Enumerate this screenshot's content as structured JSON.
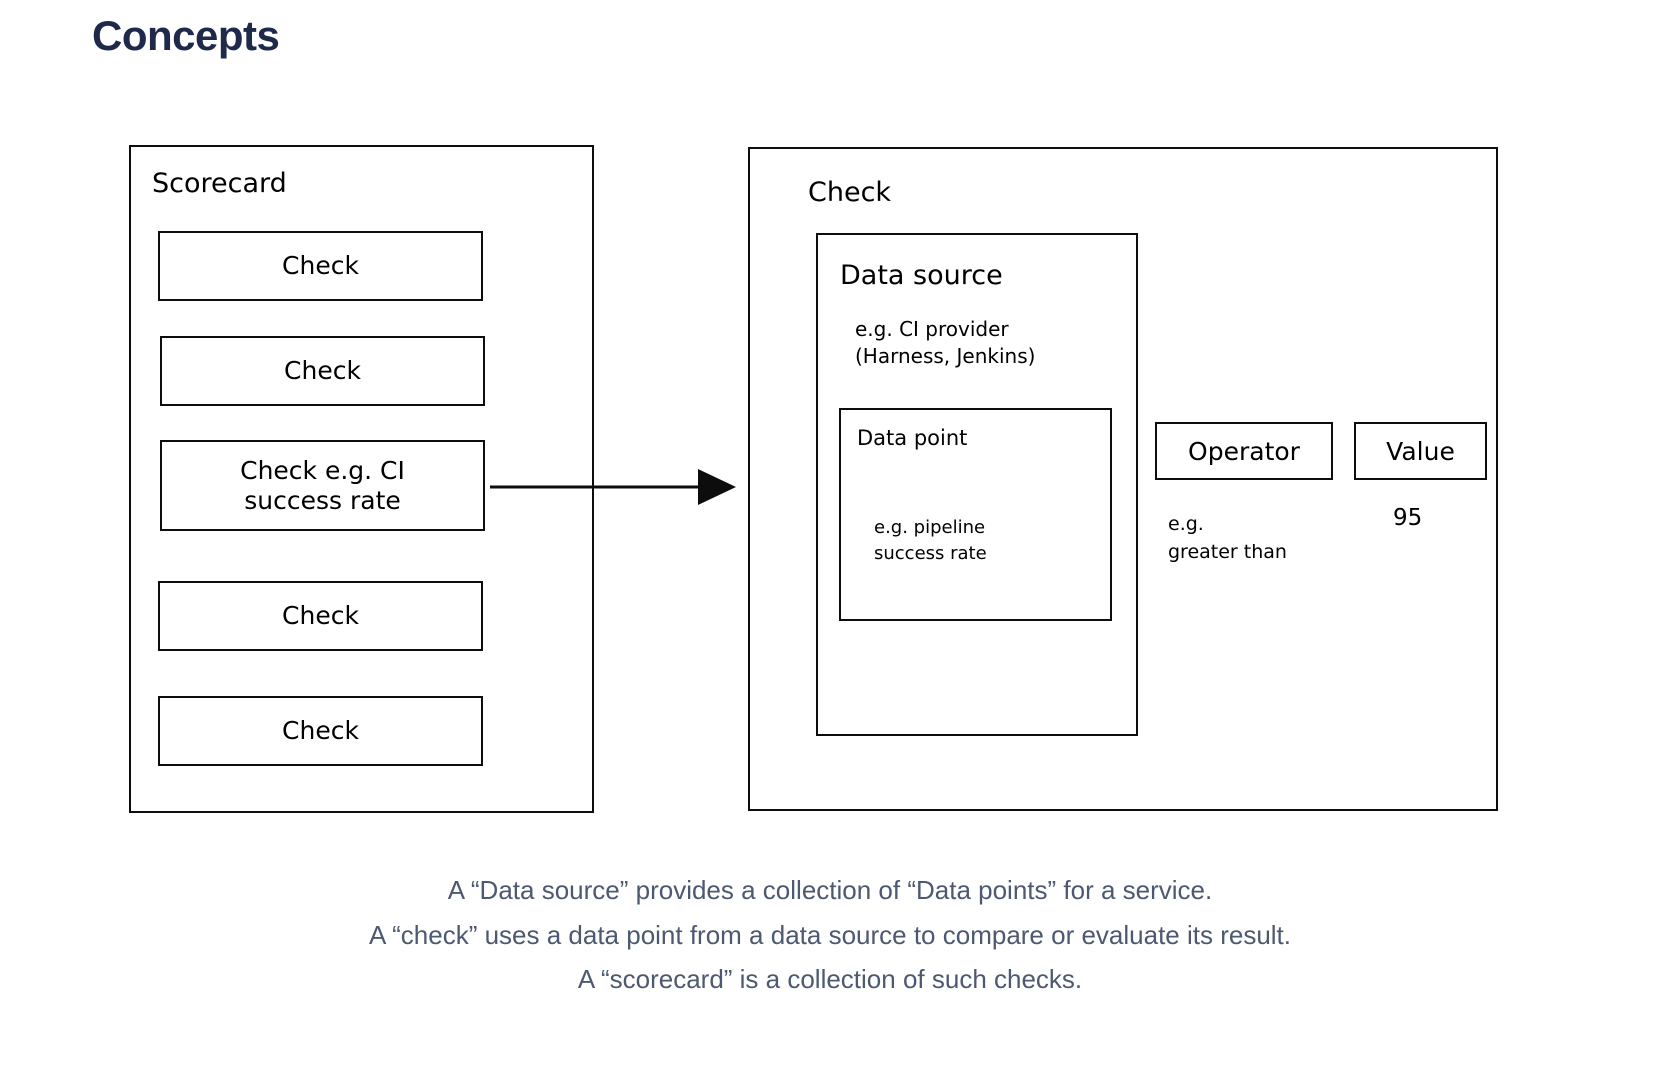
{
  "page": {
    "title": "Concepts",
    "title_color": "#1f2a4a",
    "background": "#ffffff",
    "stroke_color": "#0d0d0d",
    "caption_color": "#4d5871"
  },
  "scorecard": {
    "label": "Scorecard",
    "checks": [
      {
        "label": "Check"
      },
      {
        "label": "Check"
      },
      {
        "label": "Check e.g. CI\nsuccess rate"
      },
      {
        "label": "Check"
      },
      {
        "label": "Check"
      }
    ]
  },
  "arrow": {
    "name": "arrow-scorecard-to-check"
  },
  "check": {
    "label": "Check",
    "data_source": {
      "label": "Data source",
      "example": "e.g. CI provider\n(Harness, Jenkins)",
      "data_point": {
        "label": "Data point",
        "example": "e.g. pipeline\nsuccess rate"
      }
    },
    "operator": {
      "label": "Operator",
      "example": "e.g.\ngreater than"
    },
    "value": {
      "label": "Value",
      "example": "95"
    }
  },
  "caption": {
    "line1": "A “Data source” provides a collection of “Data points” for a service.",
    "line2": "A “check” uses a data point from a data source to compare or evaluate its result.",
    "line3": "A “scorecard” is a collection of such checks."
  }
}
